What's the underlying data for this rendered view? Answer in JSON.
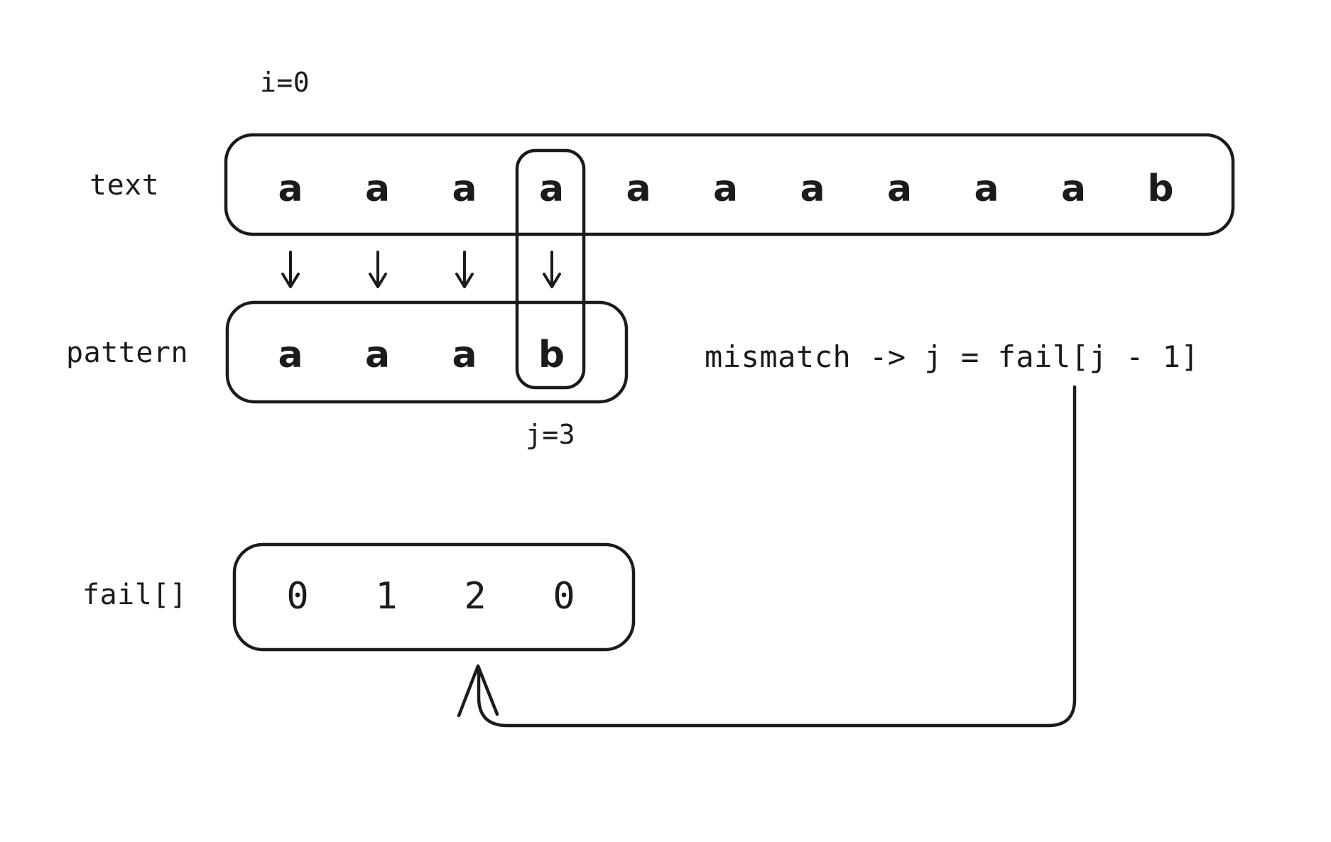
{
  "title": "KMP string matching mismatch step",
  "colors": {
    "stroke": "#1b1b1b",
    "background": "#ffffff"
  },
  "labels": {
    "i_index": "i=0",
    "j_index": "j=3",
    "text_row": "text",
    "pattern_row": "pattern",
    "fail_row": "fail[]",
    "mismatch_note": "mismatch -> j = fail[j - 1]"
  },
  "text_array": {
    "label": "text",
    "cells": [
      "a",
      "a",
      "a",
      "a",
      "a",
      "a",
      "a",
      "a",
      "a",
      "a",
      "b"
    ],
    "highlight_index": 3
  },
  "pattern_array": {
    "label": "pattern",
    "cells": [
      "a",
      "a",
      "a",
      "b"
    ],
    "highlight_index": 3
  },
  "fail_array": {
    "label": "fail[]",
    "cells": [
      "0",
      "1",
      "2",
      "0"
    ],
    "target_index": 2
  },
  "match_arrows": {
    "count": 4,
    "description": "down-arrow"
  },
  "connector": {
    "from": "mismatch-note",
    "to": "fail-array-index-2",
    "description": "curved-feedback-arrow"
  }
}
